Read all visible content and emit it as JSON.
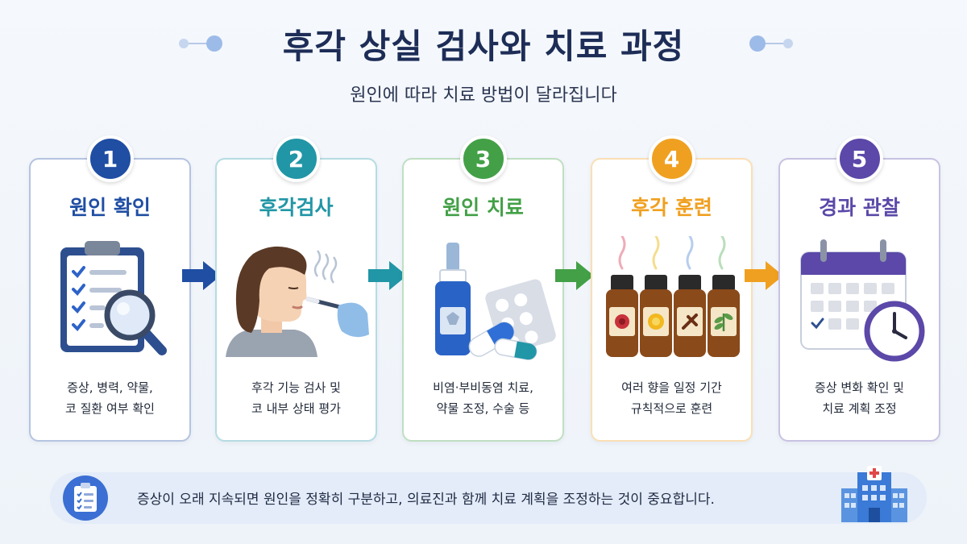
{
  "header": {
    "title": "후각 상실 검사와 치료 과정",
    "subtitle": "원인에 따라 치료 방법이 달라집니다"
  },
  "steps": [
    {
      "number": "1",
      "title": "원인 확인",
      "desc": [
        "증상, 병력, 약물,",
        "코 질환 여부 확인"
      ],
      "color": "#1f4ea3",
      "icon": "clipboard-magnifier-icon"
    },
    {
      "number": "2",
      "title": "후각검사",
      "desc": [
        "후각 기능 검사 및",
        "코 내부 상태 평가"
      ],
      "color": "#2196a6",
      "icon": "smell-test-icon"
    },
    {
      "number": "3",
      "title": "원인 치료",
      "desc": [
        "비염·부비동염 치료,",
        "약물 조정, 수술 등"
      ],
      "color": "#43a047",
      "icon": "medicine-icon"
    },
    {
      "number": "4",
      "title": "후각 훈련",
      "desc": [
        "여러 향을 일정 기간",
        "규칙적으로 훈련"
      ],
      "color": "#f0a020",
      "icon": "essential-oils-icon"
    },
    {
      "number": "5",
      "title": "경과 관찰",
      "desc": [
        "증상 변화 확인 및",
        "치료 계획 조정"
      ],
      "color": "#5b48a8",
      "icon": "calendar-clock-icon"
    }
  ],
  "note": {
    "text": "증상이 오래 지속되면 원인을 정확히 구분하고, 의료진과 함께 치료 계획을 조정하는 것이 중요합니다."
  }
}
